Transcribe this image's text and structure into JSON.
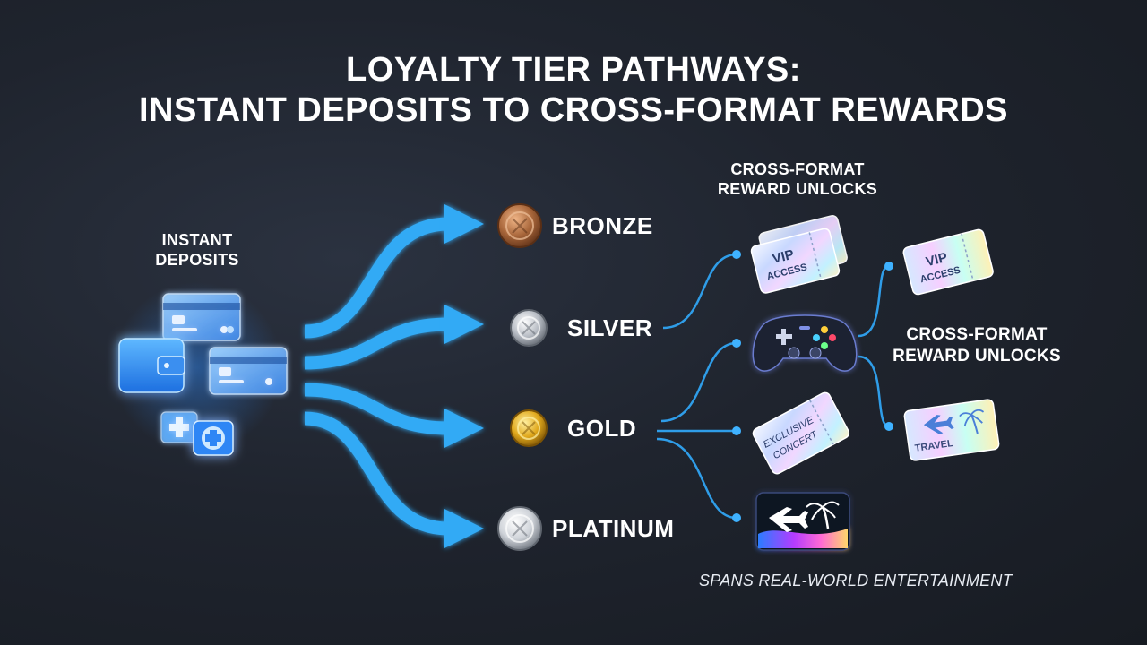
{
  "title": {
    "line1": "LOYALTY TIER PATHWAYS:",
    "line2": "INSTANT DEPOSITS TO CROSS-FORMAT REWARDS"
  },
  "deposits": {
    "label_line1": "INSTANT",
    "label_line2": "DEPOSITS",
    "icons": [
      "credit-card-icon",
      "credit-card-icon",
      "wallet-icon",
      "medical-kit-icon",
      "medical-kit-icon"
    ]
  },
  "tiers": [
    {
      "name": "BRONZE",
      "medal": "medal-icon",
      "color": "#b8784a"
    },
    {
      "name": "SILVER",
      "medal": "medal-icon",
      "color": "#c9ccd1"
    },
    {
      "name": "GOLD",
      "medal": "medal-icon",
      "color": "#e2b027"
    },
    {
      "name": "PLATINUM",
      "medal": "medal-icon",
      "color": "#dfe2e6"
    }
  ],
  "rewards": {
    "top_label_line1": "CROSS-FORMAT",
    "top_label_line2": "REWARD UNLOCKS",
    "right_label_line1": "CROSS-FORMAT",
    "right_label_line2": "REWARD UNLOCKS",
    "ticket_vip_text_line1": "VIP",
    "ticket_vip_text_line2": "ACCESS",
    "ticket_vip2_text_line1": "VIP",
    "ticket_vip2_text_line2": "ACCESS",
    "ticket_concert_line1": "EXCLUSIVE",
    "ticket_concert_line2": "CONCERT",
    "ticket_travel_text": "TRAVEL",
    "icons": [
      "ticket-icon",
      "gamepad-icon",
      "ticket-icon",
      "travel-card-icon",
      "ticket-icon",
      "travel-ticket-icon"
    ]
  },
  "footer": "SPANS REAL-WORLD ENTERTAINMENT",
  "colors": {
    "arrow": "#33aaf5",
    "connector": "#2f9de8",
    "background": "#1f242e"
  }
}
